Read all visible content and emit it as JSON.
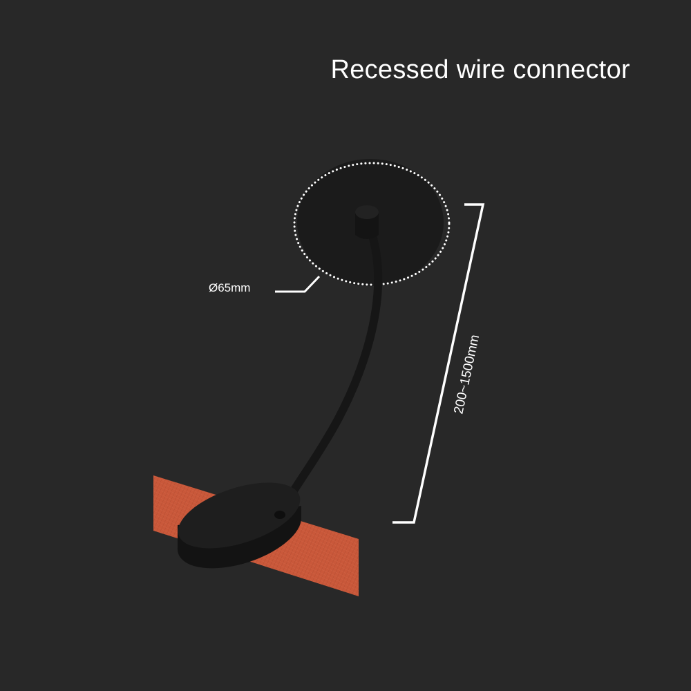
{
  "title": "Recessed wire connector",
  "dimensions": {
    "diameter_label": "Ø65mm",
    "length_label": "200~1500mm"
  },
  "colors": {
    "background": "#282828",
    "product": "#1b1b1b",
    "track": "#c9583a",
    "annotation": "#ffffff"
  }
}
